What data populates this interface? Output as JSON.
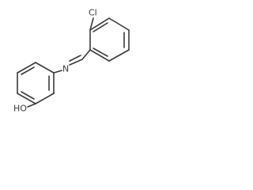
{
  "molecule": {
    "labels": {
      "chlorine": "Cl",
      "nitrogen": "N",
      "hydroxyl": "HO"
    },
    "colors": {
      "bond": "#3a3a3a",
      "background": "#ffffff"
    }
  }
}
